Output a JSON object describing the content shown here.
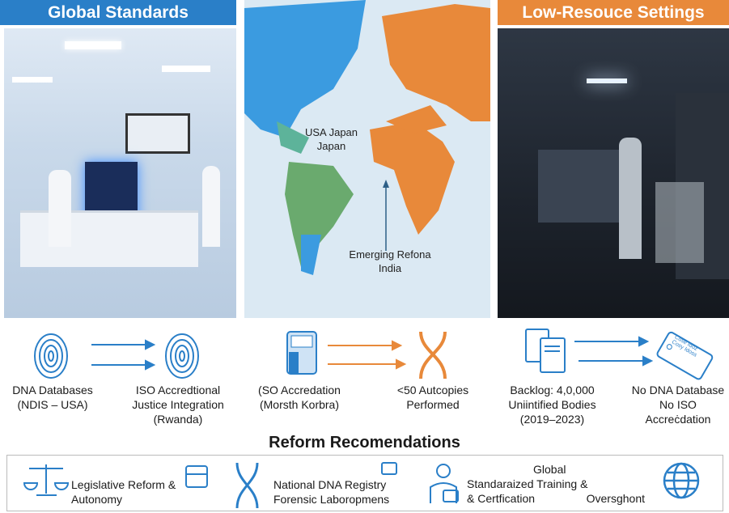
{
  "headers": {
    "left": "Global Standards",
    "right": "Low-Resouce Settings"
  },
  "colors": {
    "blue": "#2a7fc8",
    "orange": "#e8893a",
    "map_bg": "#dbe9f3"
  },
  "map": {
    "label_top_1": "USA Japan",
    "label_top_2": "Japan",
    "label_bottom_1": "Emerging Refona",
    "label_bottom_2": "India"
  },
  "metrics": [
    {
      "icon": "fingerprint-icon",
      "lines": [
        "DNA Databases",
        "(NDIS – USA)"
      ]
    },
    {
      "icon": "fingerprint-icon",
      "lines": [
        "ISO Accredtional",
        "Justice Integration",
        "(Rwanda)"
      ]
    },
    {
      "icon": "kiosk-icon",
      "lines": [
        "(SO Accredation",
        "(Morsth Korbra)"
      ]
    },
    {
      "icon": "dna-icon",
      "lines": [
        "<50 Autcopies",
        "Performed"
      ]
    },
    {
      "icon": "documents-icon",
      "lines": [
        "Backlog: 4,0,000",
        "Uniintified Bodies",
        "(2019–2023)"
      ]
    },
    {
      "icon": "tag-icon",
      "lines": [
        "No DNA Database",
        "No ISO",
        "Accreċdation"
      ],
      "tag_text": [
        "Cose Idoz",
        "Cosy Idoss"
      ]
    }
  ],
  "reform": {
    "title": "Reform Recomendations",
    "items": [
      {
        "icon": "scales-icon",
        "lines": [
          "Legislative Reform &",
          "Autonomy"
        ]
      },
      {
        "icon": "dna-icon",
        "lines": [
          "National DNA Registry",
          "Forensic Laboropmens"
        ]
      },
      {
        "icon": "official-icon",
        "lines": [
          "Global",
          "Standaraized Training &",
          "& Certfication",
          "Oversghont"
        ]
      }
    ]
  }
}
